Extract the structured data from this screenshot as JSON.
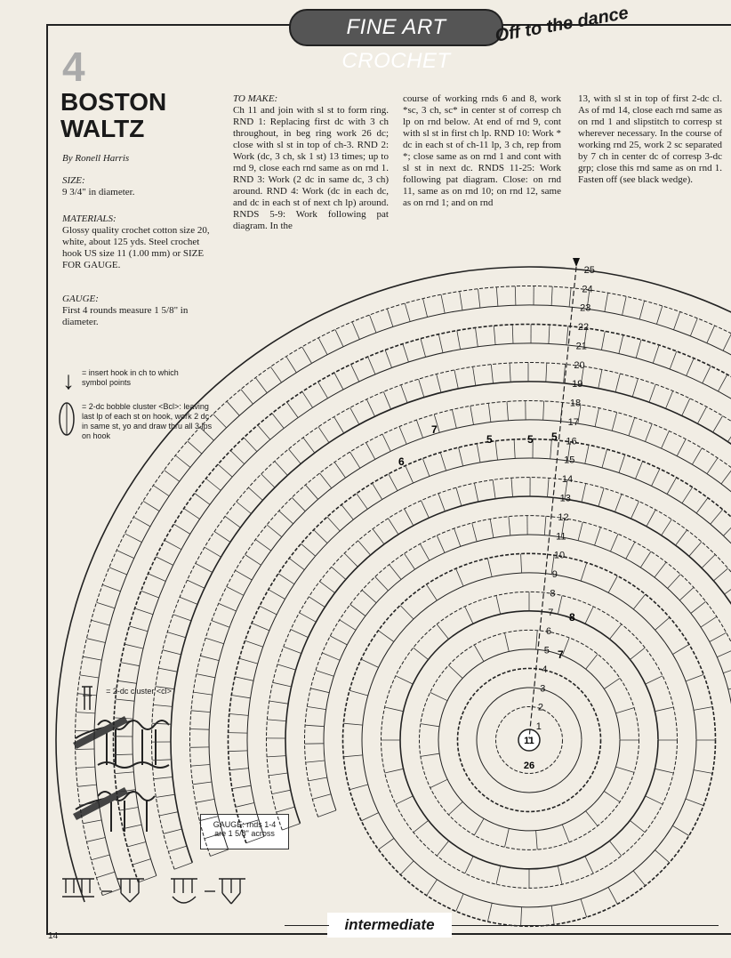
{
  "header": {
    "banner": "FINE ART CROCHET",
    "subtitle": "Off to the dance"
  },
  "pattern": {
    "number": "4",
    "title_line1": "BOSTON",
    "title_line2": "WALTZ",
    "byline": "By Ronell Harris"
  },
  "size": {
    "head": "SIZE:",
    "text": "9 3/4\" in diameter."
  },
  "materials": {
    "head": "MATERIALS:",
    "text": "Glossy quality crochet cotton size 20, white, about 125 yds. Steel crochet hook US size 11 (1.00 mm) or SIZE FOR GAUGE."
  },
  "gauge": {
    "head": "GAUGE:",
    "text": "First 4 rounds measure 1 5/8\" in diameter."
  },
  "to_make": {
    "head": "TO MAKE:",
    "col1": "Ch 11 and join with sl st to form ring. RND 1: Replacing first dc with 3 ch throughout, in beg ring work 26 dc; close with sl st in top of ch-3. RND 2: Work (dc, 3 ch, sk 1 st) 13 times; up to rnd 9, close each rnd same as on rnd 1. RND 3: Work (2 dc in same dc, 3 ch) around. RND 4: Work (dc in each dc, and dc in each st of next ch lp) around. RNDS 5-9: Work following pat diagram. In the",
    "col2": "course of working rnds 6 and 8, work *sc, 3 ch, sc* in center st of corresp ch lp on rnd below. At end of rnd 9, cont with sl st in first ch lp. RND 10: Work * dc in each st of ch-11 lp, 3 ch, rep from *; close same as on rnd 1 and cont with sl st in next dc. RNDS 11-25: Work following pat diagram. Close: on rnd 11, same as on rnd 10; on rnd 12, same as on rnd 1; and on rnd",
    "col3": "13, with sl st in top of first 2-dc cl. As of rnd 14, close each rnd same as on rnd 1 and slipstitch to corresp st wherever necessary. In the course of working rnd 25, work 2 sc separated by 7 ch in center dc of corresp 3-dc grp; close this rnd same as on rnd 1. Fasten off (see black wedge)."
  },
  "legend": {
    "hook_text": "= insert hook in ch to which symbol points",
    "bobble_text": "= 2-dc bobble cluster <Bcl>: leaving last lp of each st on hook, work 2 dc in same st, yo and draw thru all 3 lps on hook",
    "cluster_text": "= 2-dc cluster <cl>"
  },
  "gauge_box": "GAUGE: rnds 1-4 are 1 5/8\" across",
  "diagram": {
    "round_labels": [
      "1",
      "2",
      "3",
      "4",
      "5",
      "6",
      "7",
      "8",
      "9",
      "10",
      "11",
      "12",
      "13",
      "14",
      "15",
      "16",
      "17",
      "18",
      "19",
      "20",
      "21",
      "22",
      "23",
      "24",
      "25"
    ],
    "center_label": "11",
    "center_count": "26",
    "inner_labels": [
      "5",
      "5",
      "5",
      "6",
      "7",
      "8",
      "7"
    ]
  },
  "footer": {
    "level": "intermediate",
    "page_number": "14"
  }
}
